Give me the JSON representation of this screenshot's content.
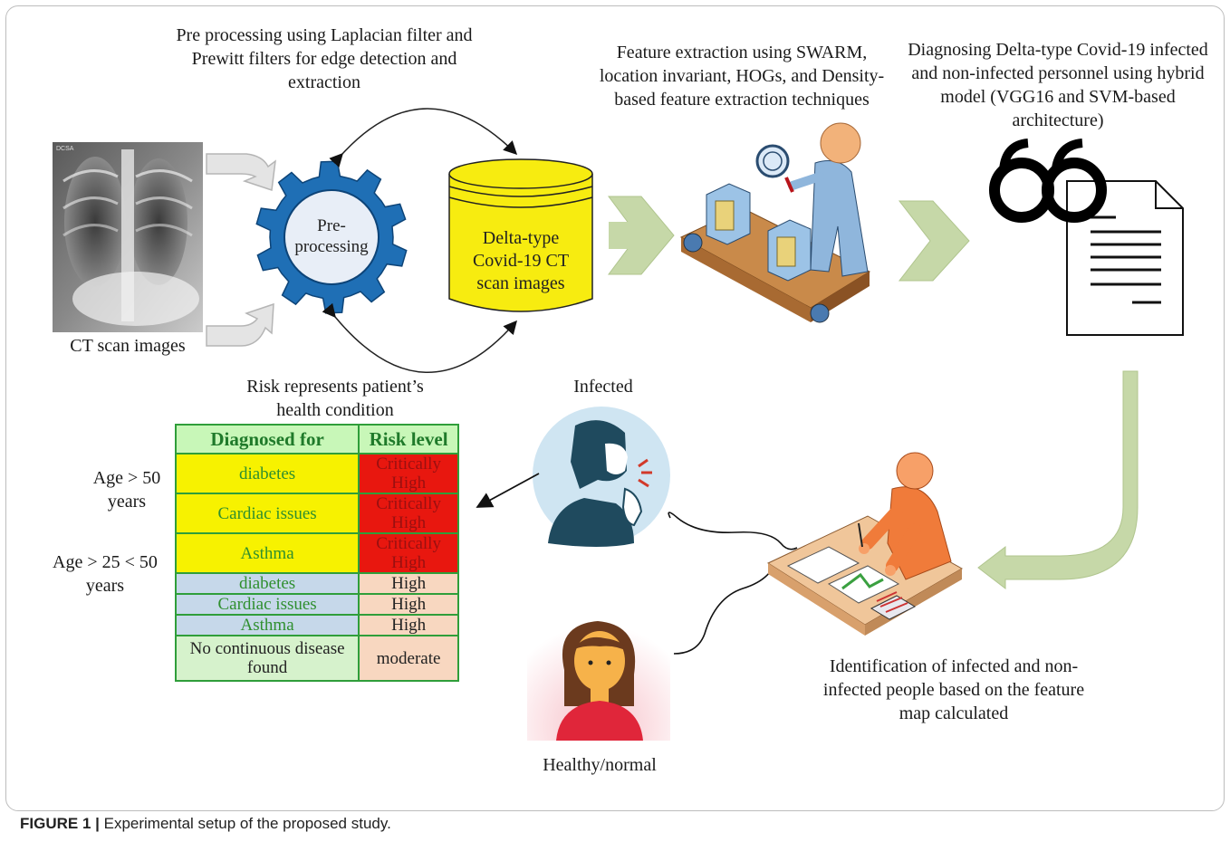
{
  "labels": {
    "preprocessing_title": "Pre processing using Laplacian filter and Prewitt filters for edge detection and extraction",
    "feature_title": "Feature extraction using SWARM, location invariant, HOGs, and Density-based feature extraction techniques",
    "diagnosing_title": "Diagnosing Delta-type Covid-19 infected and non-infected personnel using hybrid model (VGG16 and SVM-based architecture)",
    "gear_label": "Pre-processing",
    "cylinder_label": "Delta-type Covid-19 CT scan images",
    "ct_caption": "CT scan images",
    "risk_title": "Risk represents patient’s health condition",
    "infected": "Infected",
    "healthy": "Healthy/normal",
    "identification": "Identification of infected and non-infected people based on the feature map calculated",
    "age_group_1": "Age > 50 years",
    "age_group_2": "Age > 25 < 50 years",
    "xray_tag": "DCSA"
  },
  "table": {
    "headers": [
      "Diagnosed for",
      "Risk level"
    ],
    "rows": [
      {
        "diagnosed": "diabetes",
        "risk": "Critically High"
      },
      {
        "diagnosed": "Cardiac issues",
        "risk": "Critically High"
      },
      {
        "diagnosed": "Asthma",
        "risk": "Critically High"
      },
      {
        "diagnosed": "diabetes",
        "risk": "High"
      },
      {
        "diagnosed": "Cardiac issues",
        "risk": "High"
      },
      {
        "diagnosed": "Asthma",
        "risk": "High"
      },
      {
        "diagnosed": "No continuous disease found",
        "risk": "moderate"
      }
    ]
  },
  "caption": {
    "label": "FIGURE 1 |",
    "text": "Experimental setup of the proposed study."
  },
  "colors": {
    "gear": "#1f6fb5",
    "cylinder": "#f7ec10",
    "flow_arrow": "#c6d8a8",
    "critical": "#e8170f",
    "yellow_cell": "#f7f200",
    "blue_cell": "#c6d8ea",
    "peach_cell": "#f8d7c0",
    "table_border": "#2f9e3a"
  },
  "icons": [
    "xray-image",
    "gear-icon",
    "cylinder-icon",
    "conveyor-inspector-icon",
    "glasses-document-icon",
    "coughing-person-icon",
    "healthy-woman-icon",
    "desk-worker-icon"
  ]
}
